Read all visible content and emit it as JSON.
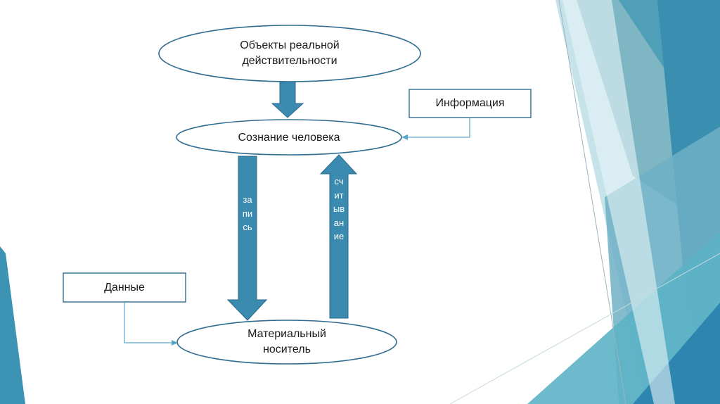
{
  "nodes": {
    "objects": "Объекты реальной\nдействительности",
    "consciousness": "Сознание человека",
    "medium": "Материальный\nноситель",
    "information": "Информация",
    "data": "Данные"
  },
  "arrows": {
    "write": "запись",
    "read": "считывание"
  },
  "colors": {
    "arrow_fill": "#3b8bb0",
    "arrow_stroke": "#2a6a8a",
    "outline": "#2f6c8f",
    "connector": "#5aa6c8"
  }
}
